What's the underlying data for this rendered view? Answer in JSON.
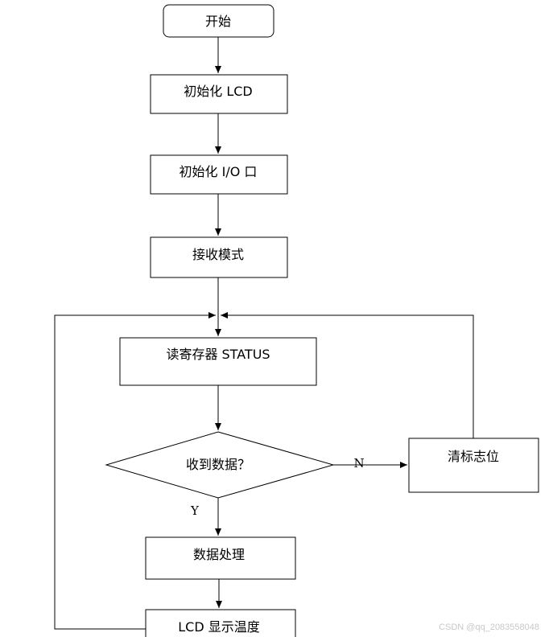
{
  "nodes": {
    "start": "开始",
    "init_lcd": "初始化 LCD",
    "init_io": "初始化 I/O 口",
    "receive_mode": "接收模式",
    "read_status": "读寄存器 STATUS",
    "decision": "收到数据？",
    "clear_flag": "清标志位",
    "process": "数据处理",
    "display": "LCD 显示温度"
  },
  "edges": {
    "no": "N",
    "yes": "Y"
  },
  "watermark": "CSDN @qq_2083558048",
  "colors": {
    "stroke": "#000000",
    "background": "#ffffff",
    "watermark": "#c8c8c8"
  }
}
